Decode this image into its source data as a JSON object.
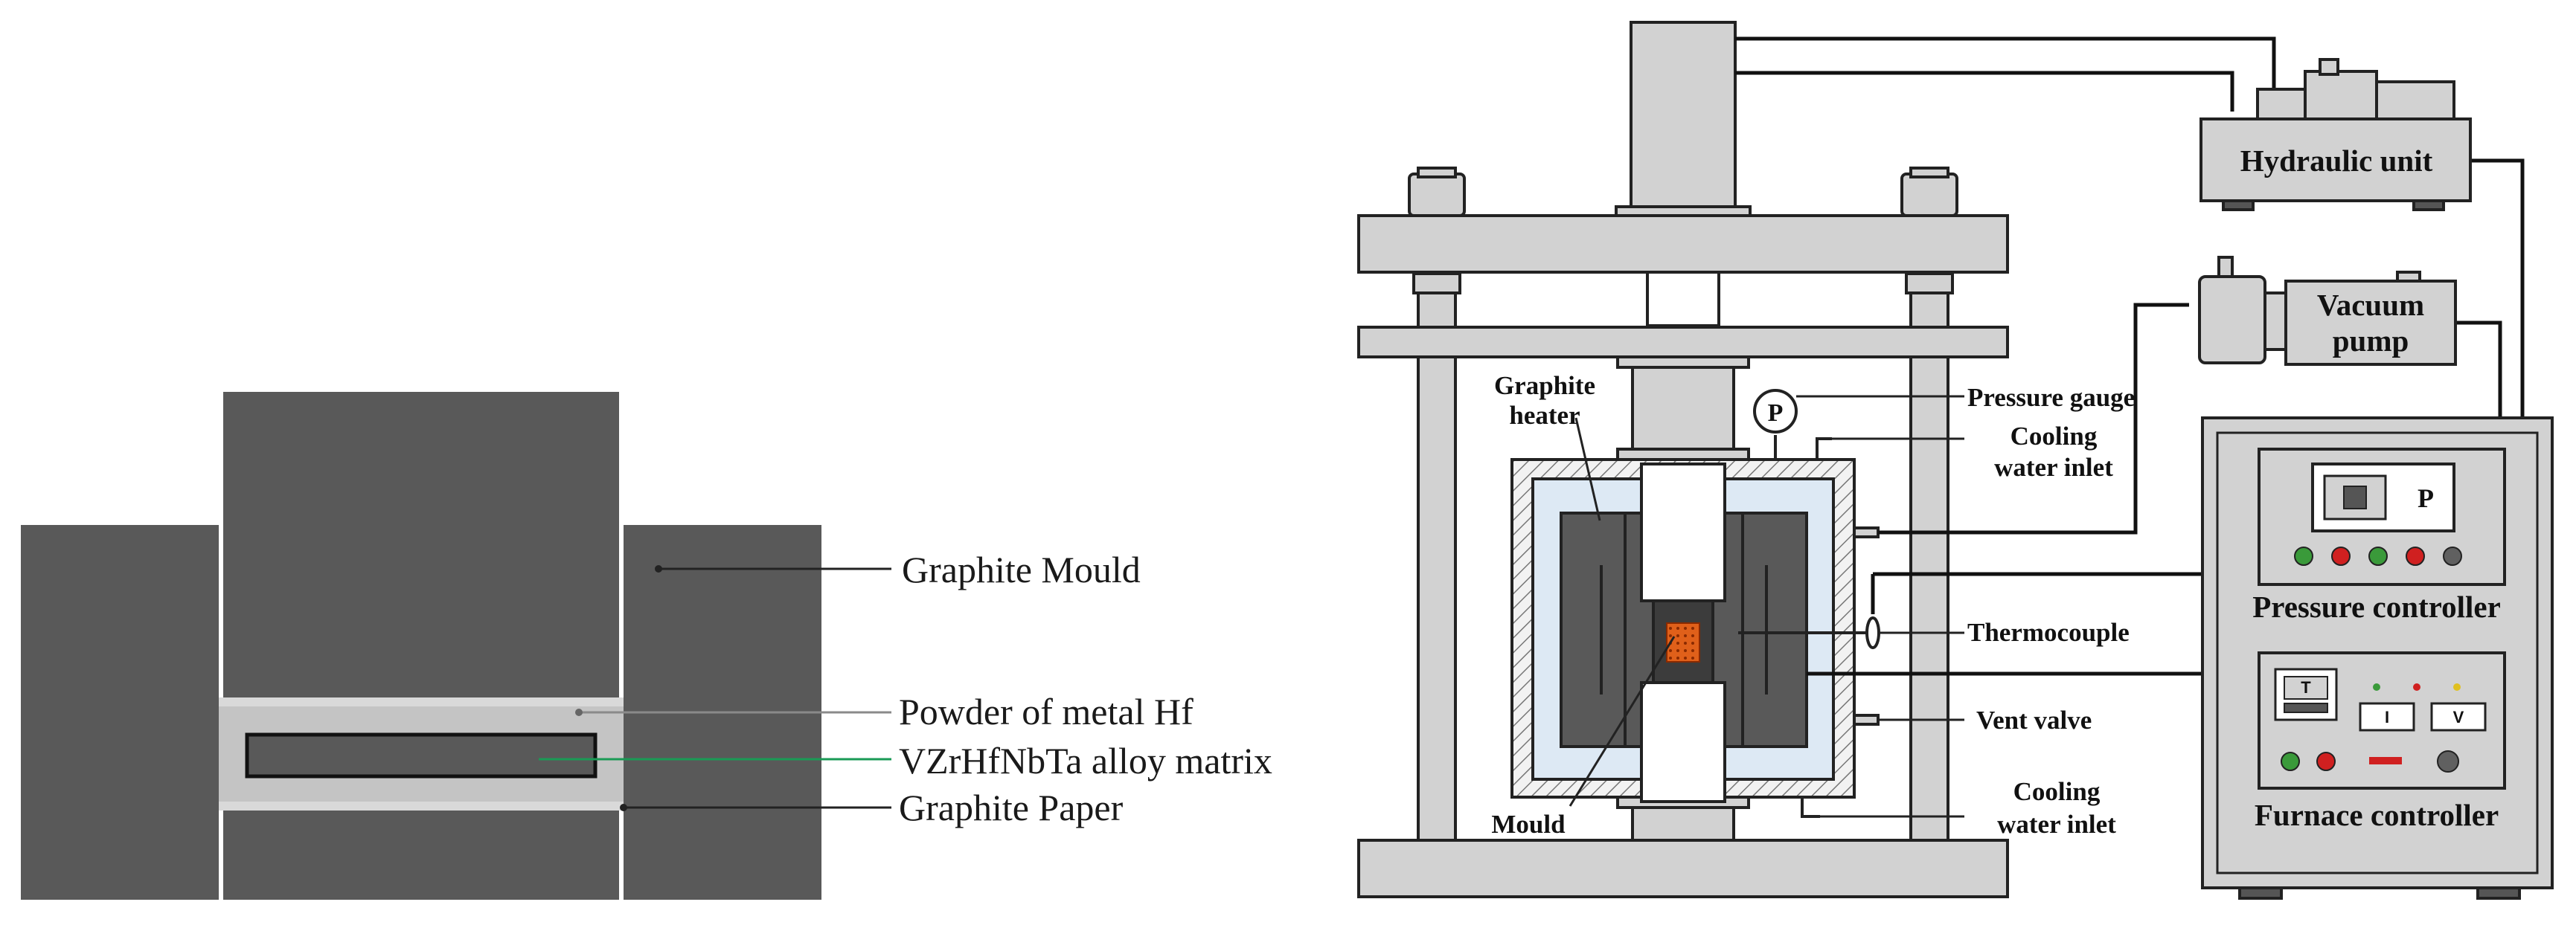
{
  "left_panel": {
    "labels": {
      "graphite_mould": "Graphite Mould",
      "powder": "Powder of metal Hf",
      "alloy_matrix": "VZrHfNbTa alloy matrix",
      "graphite_paper": "Graphite Paper"
    }
  },
  "right_panel": {
    "labels": {
      "graphite_heater_1": "Graphite",
      "graphite_heater_2": "heater",
      "pressure_gauge": "Pressure gauge",
      "gauge_symbol": "P",
      "cooling_inlet_top_1": "Cooling",
      "cooling_inlet_top_2": "water inlet",
      "thermocouple": "Thermocouple",
      "vent_valve": "Vent valve",
      "cooling_inlet_bottom_1": "Cooling",
      "cooling_inlet_bottom_2": "water inlet",
      "mould": "Mould",
      "hydraulic_unit": "Hydraulic unit",
      "vacuum_pump_1": "Vacuum",
      "vacuum_pump_2": "pump",
      "pressure_controller": "Pressure controller",
      "pressure_display": "P",
      "furnace_controller": "Furnace controller",
      "furnace_T": "T",
      "furnace_I": "I",
      "furnace_V": "V"
    }
  },
  "colors": {
    "graphite": "#595959",
    "powder": "#c8c8c8",
    "alloy_line": "#1a9a55",
    "steel": "#d2d2d2",
    "chamber_inner": "#dde9f4",
    "sample": "#e0601a",
    "led_green": "#3a9a3a",
    "led_red": "#d02020",
    "led_gray": "#606060"
  }
}
